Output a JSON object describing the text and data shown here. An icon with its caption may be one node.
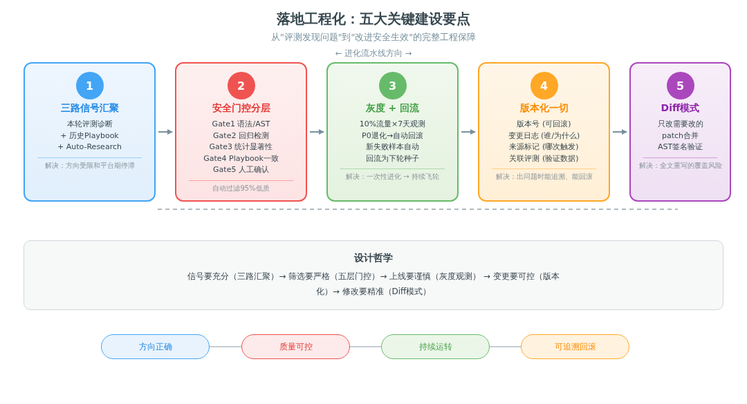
{
  "diagram": {
    "title": "落地工程化：五大关键建设要点",
    "nodes": [
      {
        "text": [
          "三路信号汇聚",
          "本轮评测诊断",
          "+ 历史Playbook",
          "+ Auto-Research",
          "解决：方向受限和平台期停滞"
        ]
      },
      {
        "text": [
          "1"
        ],
        "in": 0
      },
      {
        "text": [
          "安全门控分层",
          "Gate1 语法/AST",
          "Gate2 回归检测",
          "Gate3 统计显著性",
          "Gate4 Playbook一致",
          "Gate5 人工确认",
          "自动过滤95%低质"
        ]
      },
      {
        "text": [
          "2"
        ],
        "in": 2
      },
      {
        "text": [
          "灰度 + 回流",
          "10%流量×7天观测",
          "P0退化→自动回滚",
          "新失败样本自动",
          "回流为下轮种子",
          "解决：一次性进化 → 持续飞轮"
        ]
      },
      {
        "text": [
          "3"
        ],
        "in": 4
      },
      {
        "text": [
          "版本化一切",
          "版本号 (可回滚)",
          "变更日志 (谁/为什么)",
          "来源标记 (哪次触发)",
          "关联评测 (验证数据)",
          "解决：出问题时能追溯、能回滚"
        ]
      },
      {
        "text": [
          "4"
        ],
        "in": 6
      },
      {
        "text": [
          "Diff模式",
          "只改需要改的",
          "patch合并",
          "AST签名验证",
          "解决：全文重写的覆盖风险"
        ]
      },
      {
        "text": [
          "5"
        ],
        "in": 8
      },
      {
        "text": [
          "设计哲学",
          "信号要充分（三路汇聚）→ 筛选要严格（五层门控）→ 上线要谨慎（灰度观测） → 变更要可控（版本化）→ 修改要精准（Diff模式）"
        ]
      },
      {
        "text": [
          "方向正确"
        ]
      },
      {
        "text": [
          "质量可控"
        ]
      },
      {
        "text": [
          "持续运转"
        ]
      },
      {
        "text": [
          "可追溯回滚"
        ]
      }
    ],
    "edges": [
      {
        "from": 0,
        "to": 2,
        "arrow": "to"
      },
      {
        "from": 2,
        "to": 4,
        "arrow": "to"
      },
      {
        "from": 4,
        "to": 6,
        "arrow": "to"
      },
      {
        "from": 6,
        "to": 8,
        "arrow": "to"
      },
      {
        "from": 11,
        "to": 12,
        "arrow": "none"
      },
      {
        "from": 12,
        "to": 13,
        "arrow": "none"
      },
      {
        "from": 13,
        "to": 14,
        "arrow": "none"
      }
    ],
    "labels": [
      "从\"评测发现问题\"到\"改进安全生效\"的完整工程保障",
      "← 进化流水线方向 →"
    ]
  }
}
